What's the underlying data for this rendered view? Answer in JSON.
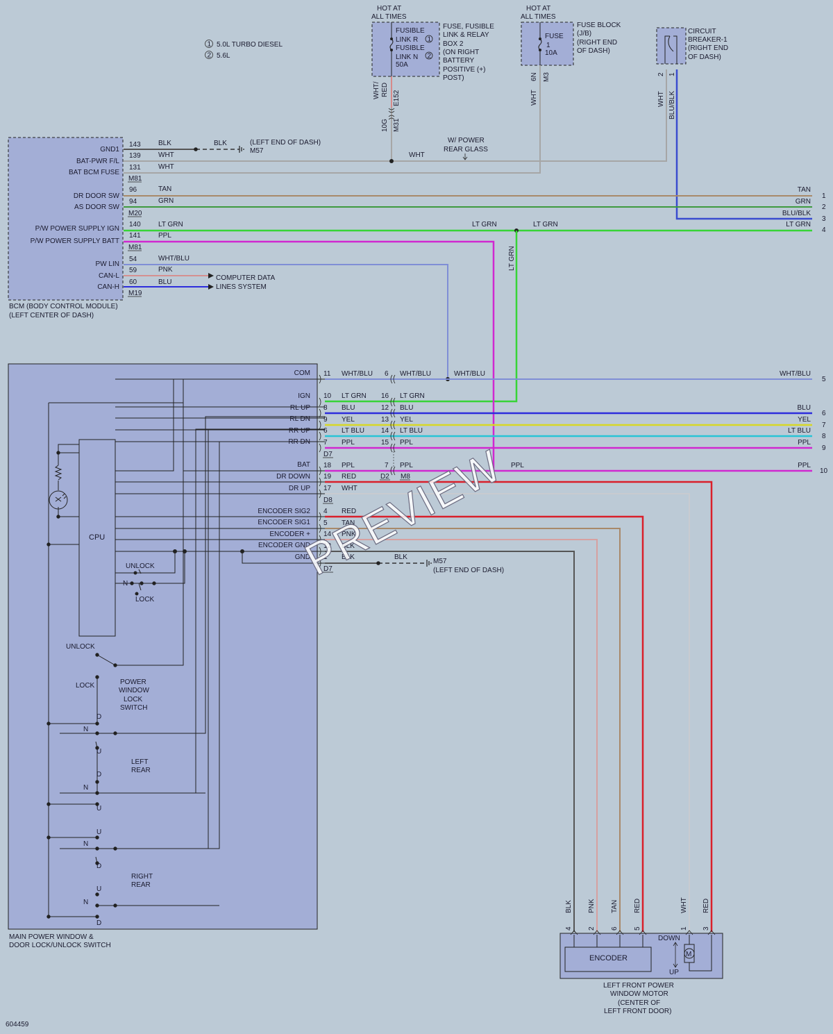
{
  "colors": {
    "background": "#bccad6",
    "module_fill": "#a3aed6",
    "wire_gray": "#a6a6a6",
    "wire_tan": "#a8896a",
    "wire_grn": "#3f9a3f",
    "wire_blu_blk": "#3a4ccf",
    "wire_lt_grn": "#37d437",
    "wire_ppl": "#d028d0",
    "wire_red": "#d91f2a",
    "wire_blu": "#2d2ddc",
    "wire_yel": "#d7d726",
    "wire_lt_blu": "#28c4d6",
    "wire_pnk": "#d7a0a0",
    "wire_wht_blu": "#7f8ed6"
  },
  "legend": {
    "items": [
      {
        "num": "1",
        "label": "5.0L TURBO DIESEL"
      },
      {
        "num": "2",
        "label": "5.6L"
      }
    ]
  },
  "fusible_box": {
    "hot": [
      "HOT AT",
      "ALL TIMES"
    ],
    "inner": [
      "FUSIBLE",
      "LINK R",
      "FUSIBLE",
      "LINK N",
      "50A"
    ],
    "nums": [
      "1",
      "2"
    ],
    "label": [
      "FUSE, FUSIBLE",
      "LINK & RELAY",
      "BOX 2",
      "(ON RIGHT",
      "BATTERY",
      "POSITIVE (+)",
      "POST)"
    ],
    "wire_color": "WHT/\nRED",
    "connector": "E152",
    "pin": "10G",
    "connector2": "M31"
  },
  "fuse_block": {
    "hot": [
      "HOT AT",
      "ALL TIMES"
    ],
    "inner": [
      "FUSE",
      "1",
      "10A"
    ],
    "label": [
      "FUSE BLOCK",
      "(J/B)",
      "(RIGHT END",
      "OF DASH)"
    ],
    "pin": "6N",
    "connector": "M3",
    "wire": "WHT"
  },
  "breaker": {
    "label": [
      "CIRCUIT",
      "BREAKER-1",
      "(RIGHT END",
      "OF DASH)"
    ],
    "pins": [
      "2",
      "1"
    ],
    "wire_left": "WHT",
    "wire_right": "BLU/BLK"
  },
  "bcm": {
    "name": [
      "BCM (BODY CONTROL MODULE)",
      "(LEFT CENTER OF DASH)"
    ],
    "pins": [
      {
        "label": "GND1",
        "pin": "143",
        "wire": "BLK"
      },
      {
        "label": "BAT-PWR F/L",
        "pin": "139",
        "wire": "WHT"
      },
      {
        "label": "BAT BCM FUSE",
        "pin": "131",
        "wire": "WHT"
      },
      {
        "label": "DR DOOR SW",
        "pin": "96",
        "wire": "TAN"
      },
      {
        "label": "AS DOOR SW",
        "pin": "94",
        "wire": "GRN"
      },
      {
        "label": "P/W POWER SUPPLY IGN",
        "pin": "140",
        "wire": "LT GRN"
      },
      {
        "label": "P/W POWER SUPPLY BATT",
        "pin": "141",
        "wire": "PPL"
      },
      {
        "label": "PW LIN",
        "pin": "54",
        "wire": "WHT/BLU"
      },
      {
        "label": "CAN-L",
        "pin": "59",
        "wire": "PNK"
      },
      {
        "label": "CAN-H",
        "pin": "60",
        "wire": "BLU"
      }
    ],
    "connectors": [
      "M81",
      "M20",
      "M81",
      "M19"
    ],
    "ground_wire": "BLK",
    "ground_label": "(LEFT END OF DASH)",
    "ground_conn": "M57",
    "computer_data": [
      "COMPUTER DATA",
      "LINES SYSTEM"
    ],
    "wht_label": "WHT",
    "glass_note": [
      "W/ POWER",
      "REAR GLASS"
    ],
    "lt_grn_label": "LT GRN"
  },
  "right_wires": [
    {
      "num": "1",
      "color": "TAN"
    },
    {
      "num": "2",
      "color": "GRN"
    },
    {
      "num": "3",
      "color": "BLU/BLK"
    },
    {
      "num": "4",
      "color": "LT GRN"
    },
    {
      "num": "5",
      "color": "WHT/BLU"
    },
    {
      "num": "6",
      "color": "BLU"
    },
    {
      "num": "7",
      "color": "YEL"
    },
    {
      "num": "8",
      "color": "LT BLU"
    },
    {
      "num": "9",
      "color": "PPL"
    },
    {
      "num": "10",
      "color": "PPL"
    }
  ],
  "switch_module": {
    "name": [
      "MAIN POWER WINDOW &",
      "DOOR LOCK/UNLOCK SWITCH"
    ],
    "cpu": "CPU",
    "pins": [
      {
        "label": "COM",
        "pin": "11",
        "wire": "WHT/BLU",
        "pin2": "6",
        "wire2": "WHT/BLU"
      },
      {
        "label": "IGN",
        "pin": "10",
        "wire": "LT GRN",
        "pin2": "16",
        "wire2": "LT GRN"
      },
      {
        "label": "RL UP",
        "pin": "8",
        "wire": "BLU",
        "pin2": "12",
        "wire2": "BLU"
      },
      {
        "label": "RL DN",
        "pin": "9",
        "wire": "YEL",
        "pin2": "13",
        "wire2": "YEL"
      },
      {
        "label": "RR UP",
        "pin": "6",
        "wire": "LT BLU",
        "pin2": "14",
        "wire2": "LT BLU"
      },
      {
        "label": "RR DN",
        "pin": "7",
        "wire": "PPL",
        "pin2": "15",
        "wire2": "PPL"
      },
      {
        "label": "BAT",
        "pin": "18",
        "wire": "PPL",
        "pin2": "7",
        "wire2": "PPL"
      },
      {
        "label": "DR DOWN",
        "pin": "19",
        "wire": "RED"
      },
      {
        "label": "DR UP",
        "pin": "17",
        "wire": "WHT"
      },
      {
        "label": "ENCODER SIG2",
        "pin": "4",
        "wire": "RED"
      },
      {
        "label": "ENCODER SIG1",
        "pin": "5",
        "wire": "TAN"
      },
      {
        "label": "ENCODER +",
        "pin": "14",
        "wire": "PNK"
      },
      {
        "label": "ENCODER GND",
        "pin": "12",
        "wire": "BLK"
      },
      {
        "label": "GND",
        "pin": "1",
        "wire": "BLK"
      }
    ],
    "connectors": [
      "D7",
      "D8",
      "D7",
      "D2",
      "M8"
    ],
    "ground_wire": "BLK",
    "ground_conn": "M57",
    "ground_label": "(LEFT END OF DASH)",
    "unlock": "UNLOCK",
    "lock": "LOCK",
    "n": "N",
    "plw_switch": [
      "POWER",
      "WINDOW",
      "LOCK",
      "SWITCH"
    ],
    "left_rear": [
      "LEFT",
      "REAR"
    ],
    "right_rear": [
      "RIGHT",
      "REAR"
    ],
    "d": "D",
    "u": "U"
  },
  "motor": {
    "name": [
      "LEFT FRONT POWER",
      "WINDOW MOTOR",
      "(CENTER OF",
      "LEFT FRONT DOOR)"
    ],
    "encoder": "ENCODER",
    "down": "DOWN",
    "up": "UP",
    "m": "M",
    "pins": [
      {
        "pin": "4",
        "wire": "BLK"
      },
      {
        "pin": "2",
        "wire": "PNK"
      },
      {
        "pin": "6",
        "wire": "TAN"
      },
      {
        "pin": "5",
        "wire": "RED"
      },
      {
        "pin": "1",
        "wire": "WHT"
      },
      {
        "pin": "3",
        "wire": "RED"
      }
    ]
  },
  "figure_id": "604459",
  "watermark": "PREVIEW"
}
